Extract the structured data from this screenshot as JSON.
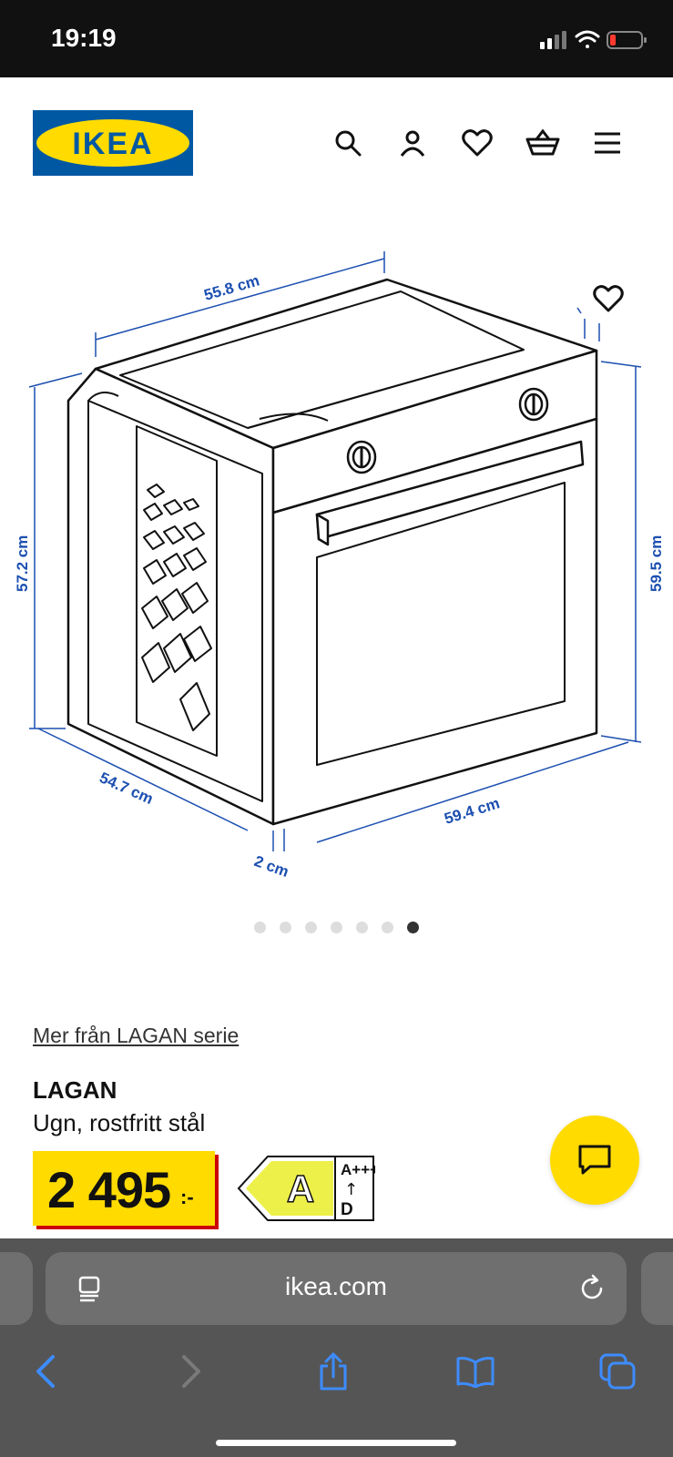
{
  "status": {
    "time": "19:19"
  },
  "header": {
    "logo_text": "IKEA",
    "icons": [
      "search-icon",
      "user-icon",
      "heart-icon",
      "cart-icon",
      "menu-icon"
    ]
  },
  "gallery": {
    "dimensions": {
      "top_width": "55.8 cm",
      "left_height": "57.2 cm",
      "right_height": "59.5 cm",
      "depth": "54.7 cm",
      "front_width": "59.4 cm",
      "door_offset": "2 cm"
    },
    "dots_total": 7,
    "active_dot": 7
  },
  "product": {
    "series_link": "Mer från LAGAN serie",
    "name": "LAGAN",
    "description": "Ugn, rostfritt stål",
    "price_int": "2 495",
    "price_suffix": ":-",
    "energy": {
      "class": "A",
      "top": "A+++",
      "arrow": "↑",
      "bottom": "D"
    }
  },
  "browser": {
    "url": "ikea.com"
  },
  "colors": {
    "ikea_blue": "#0058a3",
    "ikea_yellow": "#ffdb00",
    "price_shadow": "#cc0008",
    "dimension_blue": "#1c4fb0"
  }
}
